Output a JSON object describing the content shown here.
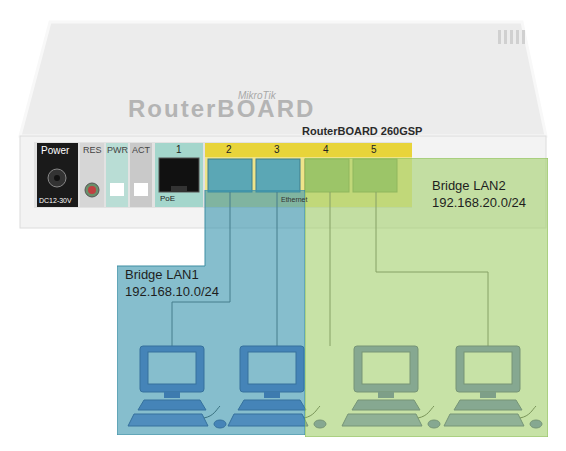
{
  "diagram": {
    "nodes": [
      {
        "text": [
          "Bridge LAN1",
          "192.168.10.0/24"
        ]
      },
      {
        "text": [
          "Bridge LAN2",
          "192.168.20.0/24"
        ]
      }
    ],
    "labels": [
      "MikroTik",
      "RouterBOARD",
      "RouterBOARD 260GSP",
      "Power",
      "RES",
      "PWR",
      "ACT",
      "1",
      "2",
      "3",
      "4",
      "5",
      "PoE",
      "Ethernet",
      "DC12-30V"
    ]
  }
}
